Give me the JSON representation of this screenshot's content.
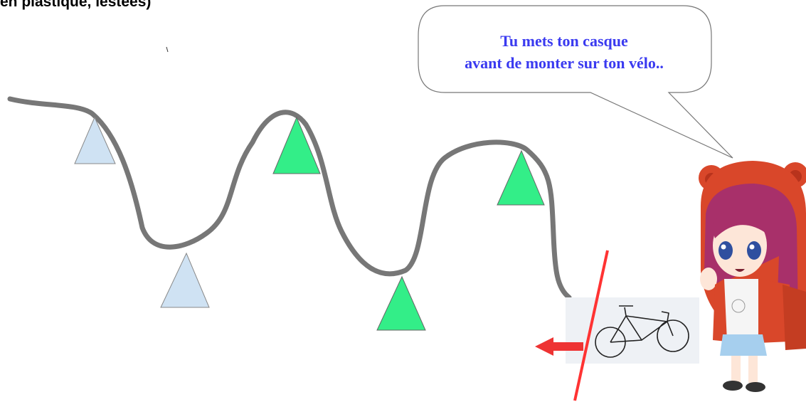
{
  "heading": "en plastique, lestées)",
  "speech_bubble": {
    "line1": "Tu mets ton casque",
    "line2": "avant de monter sur ton vélo.."
  },
  "colors": {
    "path": "#777777",
    "cone_blue": "#cfe2f3",
    "cone_green": "#33ee88",
    "stop_line": "#ff3333",
    "arrow": "#ee3333",
    "bubble_text": "#3a3af0",
    "hood": "#d9472a",
    "hair": "#a8306a"
  },
  "icons": {
    "bicycle": "bicycle-icon",
    "arrow": "arrow-left-icon",
    "character": "girl-in-bear-hood"
  }
}
